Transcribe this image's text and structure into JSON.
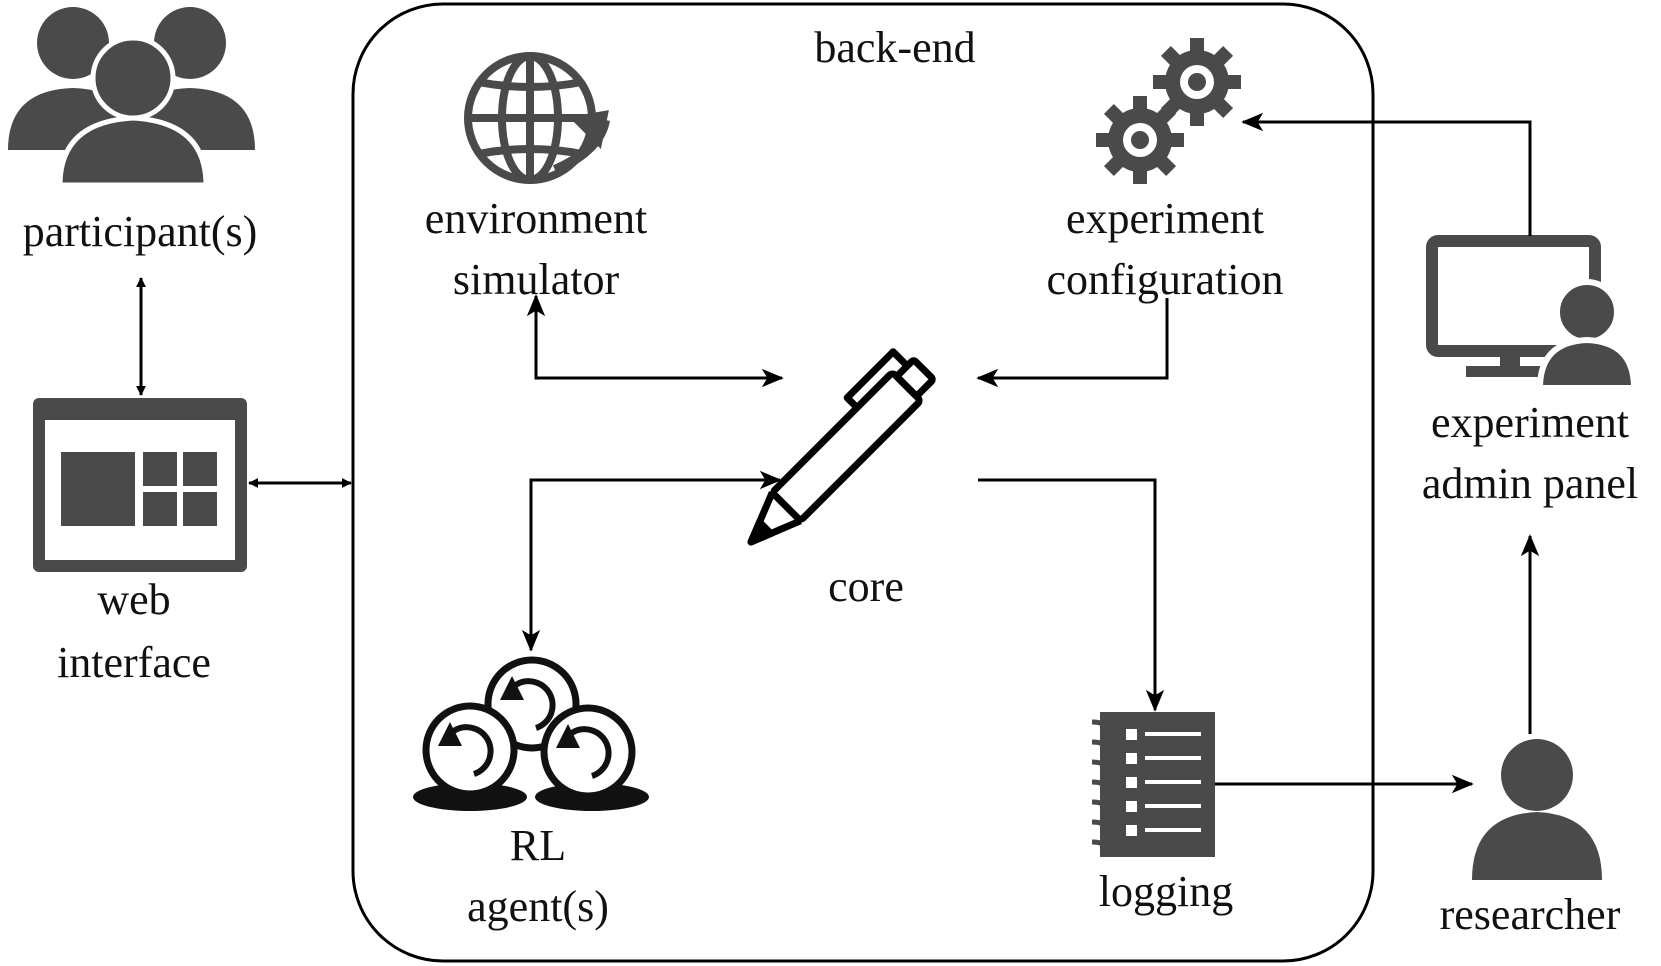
{
  "container": {
    "label": "back-end"
  },
  "nodes": {
    "participants": {
      "line1": "participant(s)",
      "icon": "users-group-icon"
    },
    "web_interface": {
      "line1": "web",
      "line2": "interface",
      "icon": "browser-window-icon"
    },
    "environment_simulator": {
      "line1": "environment",
      "line2": "simulator",
      "icon": "globe-arrow-icon"
    },
    "experiment_configuration": {
      "line1": "experiment",
      "line2": "configuration",
      "icon": "gears-icon"
    },
    "core": {
      "line1": "core",
      "icon": "pen-icon"
    },
    "rl_agents": {
      "line1": "RL",
      "line2": "agent(s)",
      "icon": "recycle-agents-icon"
    },
    "logging": {
      "line1": "logging",
      "icon": "notepad-log-icon"
    },
    "admin_panel": {
      "line1": "experiment",
      "line2": "admin panel",
      "icon": "monitor-user-icon"
    },
    "researcher": {
      "line1": "researcher",
      "icon": "user-icon"
    }
  },
  "colors": {
    "icon": "#4a4a4a",
    "line": "#000000",
    "text": "#111111"
  }
}
